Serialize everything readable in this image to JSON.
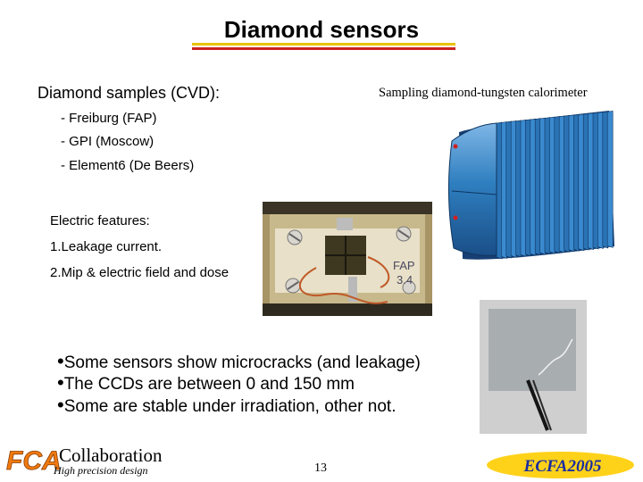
{
  "slide": {
    "title": "Diamond sensors",
    "samples_heading": "Diamond samples (CVD):",
    "sample_sources": [
      "- Freiburg (FAP)",
      "- GPI (Moscow)",
      "- Element6 (De Beers)"
    ],
    "calorimeter_caption": "Sampling diamond-tungsten calorimeter",
    "electric_heading": "Electric features:",
    "electric_features": [
      "1.Leakage current.",
      "2.Mip & electric field and dose"
    ],
    "bullets": [
      "Some sensors show microcracks (and leakage)",
      "The CCDs are between 0 and 150 mm",
      "Some are stable under irradiation, other not."
    ],
    "sensor_photo_label": "FAP\n3.4"
  },
  "footer": {
    "logo_text": "FCAL",
    "collaboration": "Collaboration",
    "tagline": "High precision design",
    "page_number": "13",
    "conference": "ECFA2005"
  },
  "colors": {
    "title_rule_yellow": "#e8c400",
    "title_rule_red": "#cc2222",
    "calorimeter_blue": "#2f7fc0",
    "logo_orange": "#f07a10",
    "badge_yellow": "#ffd21a",
    "badge_text": "#1a2ea0"
  },
  "images": [
    "calorimeter-render",
    "diamond-sensor-photo",
    "microcrack-photo"
  ]
}
